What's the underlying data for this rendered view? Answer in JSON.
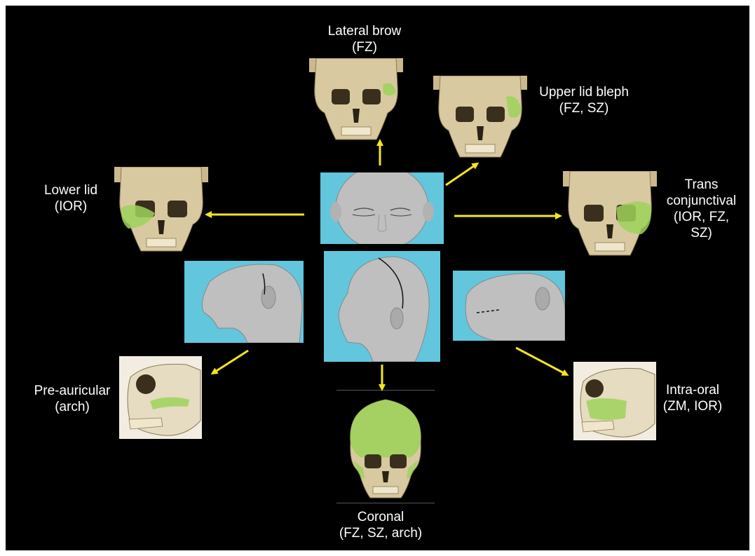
{
  "colors": {
    "background": "#000000",
    "arrow": "#f5e61b",
    "highlight": "#9ed25a",
    "photo_bg": "#62c6dd",
    "bone": "#d8c9a0",
    "head": "#bfbfbf"
  },
  "labels": {
    "lateral_brow": [
      "Lateral brow",
      "(FZ)"
    ],
    "upper_lid": [
      "Upper lid bleph",
      "(FZ, SZ)"
    ],
    "lower_lid": [
      "Lower lid",
      "(IOR)"
    ],
    "trans_conj": [
      "Trans",
      "conjunctival",
      "(IOR, FZ,",
      "SZ)"
    ],
    "pre_auricular": [
      "Pre-auricular",
      "(arch)"
    ],
    "intra_oral": [
      "Intra-oral",
      "(ZM, IOR)"
    ],
    "coronal": [
      "Coronal",
      "(FZ, SZ, arch)"
    ]
  },
  "icons": {
    "skull_frontal": "skull-frontal-icon",
    "skull_lateral": "skull-lateral-icon",
    "head_frontal": "head-frontal-icon",
    "head_lateral": "head-lateral-icon"
  }
}
